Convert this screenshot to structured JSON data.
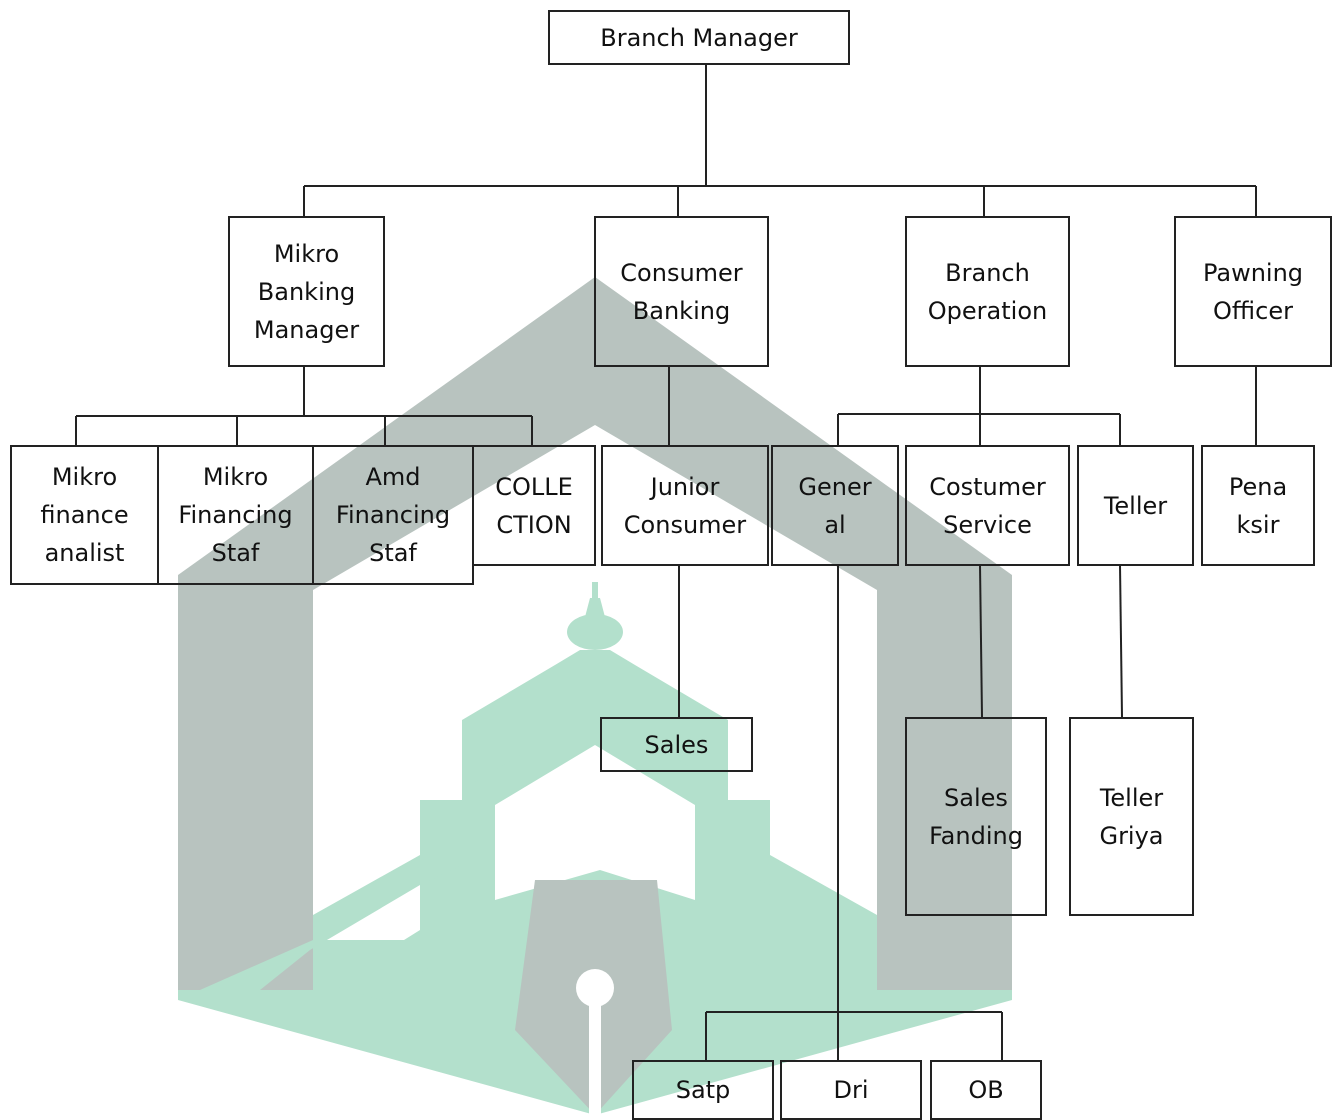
{
  "nodes": {
    "branch_manager": "Branch Manager",
    "mikro_banking_manager": "Mikro\nBanking\nManager",
    "consumer_banking": "Consumer\nBanking",
    "branch_operation": "Branch\nOperation",
    "pawning_officer": "Pawning\nOfficer",
    "mikro_finance_analist": "Mikro\nfinance\nanalist",
    "mikro_financing_staf": "Mikro\nFinancing\nStaf",
    "amd_financing_staf": "Amd\nFinancing\nStaf",
    "collection": "COLLE\nCTION",
    "junior_consumer": "Junior\nConsumer",
    "general": "Gener\nal",
    "costumer_service": "Costumer\nService",
    "teller": "Teller",
    "penaksir": "Pena\nksir",
    "sales": "Sales",
    "sales_fanding": "Sales\nFanding",
    "teller_griya": "Teller\nGriya",
    "satp": "Satp",
    "dri": "Dri",
    "ob": "OB"
  },
  "colors": {
    "watermark_gray": "#b8c3bf",
    "watermark_green": "#b3e0cc",
    "line": "#222222"
  }
}
